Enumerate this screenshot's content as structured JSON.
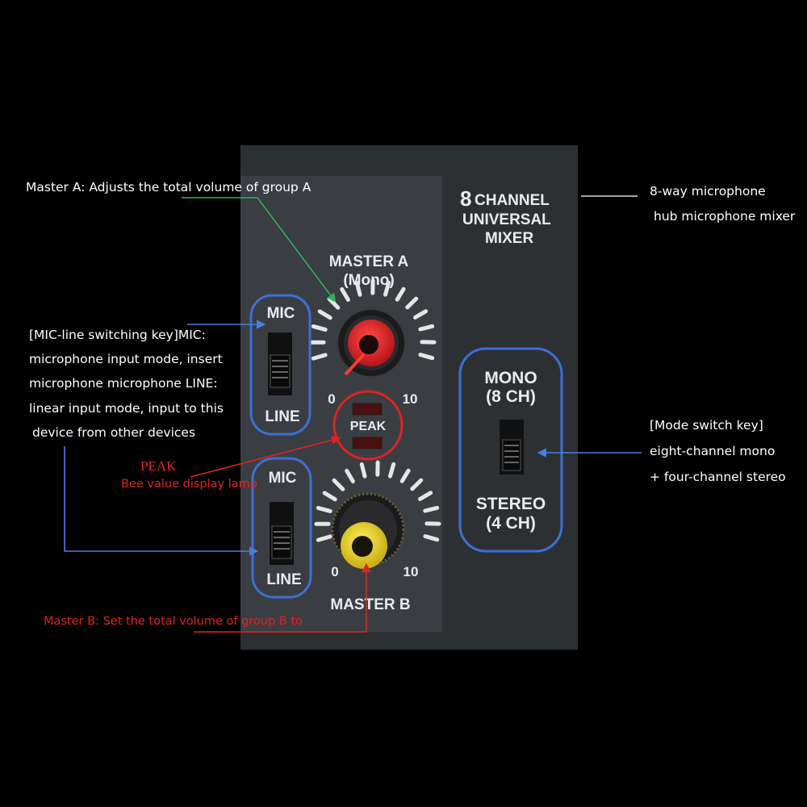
{
  "panel": {
    "title_num": "8",
    "title_line1": "CHANNEL",
    "title_line2": "UNIVERSAL",
    "title_line3": "MIXER",
    "master_a": "MASTER A",
    "master_a_sub": "(Mono)",
    "master_b": "MASTER B",
    "scale_min": "0",
    "scale_max": "10",
    "mic": "MIC",
    "line": "LINE",
    "peak": "PEAK",
    "mono": "MONO",
    "mono_sub": "(8 CH)",
    "stereo": "STEREO",
    "stereo_sub": "(4 CH)"
  },
  "callouts": {
    "master_a": "Master A: Adjusts the total volume of group A",
    "mixer_line1": "8-way microphone",
    "mixer_line2": "hub microphone mixer",
    "mic_line": [
      "[MIC-line switching key]MIC:",
      "microphone input mode, insert",
      "microphone microphone LINE:",
      "linear input mode, input to this",
      "device from other devices"
    ],
    "peak_title": "PEAK",
    "peak_desc": "Bee value display lamp",
    "mode": [
      "[Mode switch key]",
      "eight-channel mono",
      "+ four-channel stereo"
    ],
    "master_b": "Master B: Set the total volume of group B to"
  },
  "colors": {
    "background": "#000000",
    "panel": "#2d3033",
    "panel_strip": "#3b3f44",
    "highlight_blue": "#3d6fd6",
    "arrow_green": "#2fae5a",
    "arrow_red": "#e02222",
    "knob_red": "#e3252b",
    "knob_yellow": "#e9d21c"
  }
}
